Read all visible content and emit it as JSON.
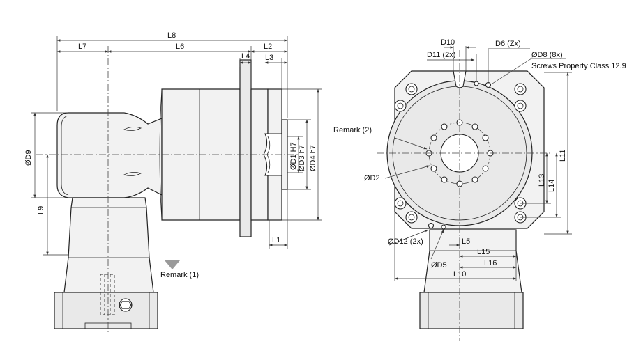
{
  "side_view": {
    "dims": {
      "L8": "L8",
      "L7": "L7",
      "L6": "L6",
      "L4": "L4",
      "L2": "L2",
      "L3": "L3",
      "L1": "L1",
      "L9": "L9",
      "D9": "ØD9",
      "D1": "ØD1 H7",
      "D3": "ØD3 h7",
      "D4": "ØD4 h7"
    },
    "remark1": "Remark (1)"
  },
  "front_view": {
    "dims": {
      "D10": "D10",
      "D6": "D6 (Zx)",
      "D11": "D11 (2x)",
      "D8": "ØD8 (8x)",
      "screws": "Screws Property Class 12.9",
      "remark2": "Remark (2)",
      "D2": "ØD2",
      "L11": "L11",
      "L13": "L13",
      "L14": "L14",
      "D12": "ØD12 (2x)",
      "L5": "L5",
      "L15": "L15",
      "D5": "ØD5",
      "L16": "L16",
      "L10": "L10"
    }
  }
}
